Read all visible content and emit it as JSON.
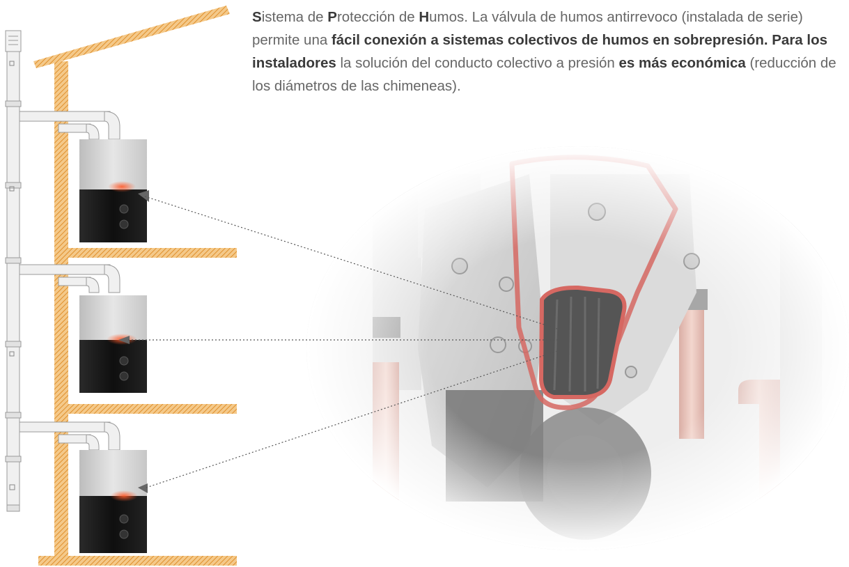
{
  "description": {
    "s1_b": "S",
    "s2": "istema de ",
    "s3_b": "P",
    "s4": "rotección de ",
    "s5_b": "H",
    "s6": "umos. La válvula de humos antirrevoco (instalada de serie) permite una ",
    "s7_b": "fácil conexión a sistemas colectivos de humos en sobrepresión. Para los instaladores",
    "s8": " la solución del conducto colectivo a presión ",
    "s9_b": "es más económica",
    "s10": " (reducción de los diámetros de las chimeneas)."
  },
  "colors": {
    "wall_hatch": "#e8a64e",
    "pipe": "#ececec",
    "boiler_top": "#cfcfcf",
    "boiler_bottom": "#151515",
    "valve_gasket": "#c8362e",
    "valve_flap": "#1c1c1c"
  },
  "icons": [
    "boiler-unit",
    "smoke-valve-closeup",
    "flue-pipe"
  ]
}
